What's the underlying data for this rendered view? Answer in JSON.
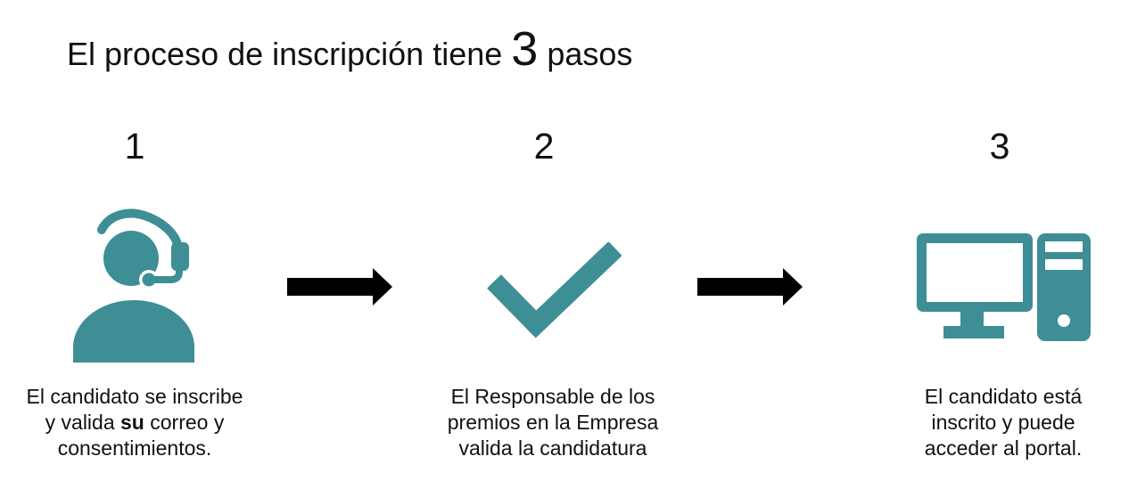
{
  "title": {
    "prefix": "El proceso de inscripción tiene ",
    "count": "3",
    "suffix": " pasos"
  },
  "colors": {
    "accent_teal": "#3E8E95",
    "arrow_black": "#000000",
    "text_black": "#111111",
    "background": "#FFFFFF"
  },
  "steps": [
    {
      "number": "1",
      "icon": "support-agent-headset-icon",
      "caption_lines": [
        [
          {
            "text": "El candidato se inscribe"
          }
        ],
        [
          {
            "text": "y valida "
          },
          {
            "text": "su",
            "bold": true
          },
          {
            "text": " correo y"
          }
        ],
        [
          {
            "text": "consentimientos."
          }
        ]
      ]
    },
    {
      "number": "2",
      "icon": "checkmark-icon",
      "caption_lines": [
        [
          {
            "text": "El Responsable de los"
          }
        ],
        [
          {
            "text": "premios en la Empresa"
          }
        ],
        [
          {
            "text": "valida la candidatura"
          }
        ]
      ]
    },
    {
      "number": "3",
      "icon": "desktop-computer-icon",
      "caption_lines": [
        [
          {
            "text": "El candidato está"
          }
        ],
        [
          {
            "text": "inscrito y puede"
          }
        ],
        [
          {
            "text": "acceder al portal."
          }
        ]
      ]
    }
  ],
  "arrows": [
    {
      "icon": "right-arrow-icon"
    },
    {
      "icon": "right-arrow-icon"
    }
  ]
}
